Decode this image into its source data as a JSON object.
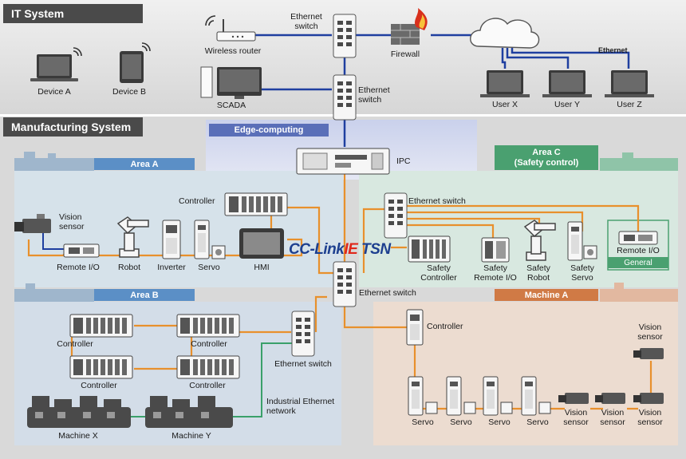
{
  "sections": {
    "it_system": "IT System",
    "manufacturing_system": "Manufacturing System",
    "edge_computing": "Edge-computing"
  },
  "areas": {
    "area_a": "Area A",
    "area_b": "Area B",
    "area_c_line1": "Area C",
    "area_c_line2": "(Safety control)",
    "machine_a": "Machine A",
    "general": "General"
  },
  "logo": {
    "part1": "CC-Link",
    "part2": "IE",
    "part3": " TSN"
  },
  "labels": {
    "device_a": "Device A",
    "device_b": "Device B",
    "wireless_router": "Wireless router",
    "scada": "SCADA",
    "eth_switch_top_1": "Ethernet",
    "eth_switch_top_2": "switch",
    "eth_switch_mid_1": "Ethernet",
    "eth_switch_mid_2": "switch",
    "firewall": "Firewall",
    "ethernet": "Ethernet",
    "user_x": "User X",
    "user_y": "User Y",
    "user_z": "User Z",
    "ipc": "IPC",
    "vision_sensor_a_1": "Vision",
    "vision_sensor_a_2": "sensor",
    "remote_io": "Remote I/O",
    "robot": "Robot",
    "inverter": "Inverter",
    "servo": "Servo",
    "hmi": "HMI",
    "controller": "Controller",
    "eth_switch_c": "Ethernet switch",
    "safety_controller_1": "Safety",
    "safety_controller_2": "Controller",
    "safety_remote_io_1": "Safety",
    "safety_remote_io_2": "Remote I/O",
    "safety_robot_1": "Safety",
    "safety_robot_2": "Robot",
    "safety_servo_1": "Safety",
    "safety_servo_2": "Servo",
    "remote_io_general": "Remote I/O",
    "eth_switch_center": "Ethernet switch",
    "eth_switch_b": "Ethernet switch",
    "b_controller_1": "Controller",
    "b_controller_2": "Controller",
    "b_controller_3": "Controller",
    "b_controller_4": "Controller",
    "industrial_ethernet_1": "Industrial Ethernet",
    "industrial_ethernet_2": "network",
    "machine_x": "Machine X",
    "machine_y": "Machine Y",
    "machine_a_controller": "Controller",
    "ma_servo_1": "Servo",
    "ma_servo_2": "Servo",
    "ma_servo_3": "Servo",
    "ma_servo_4": "Servo",
    "ma_vision_1a": "Vision",
    "ma_vision_1b": "sensor",
    "ma_vision_2a": "Vision",
    "ma_vision_2b": "sensor",
    "ma_vision_3a": "Vision",
    "ma_vision_3b": "sensor",
    "ma_vision_top_a": "Vision",
    "ma_vision_top_b": "sensor"
  },
  "colors": {
    "it_network": "#1f3fa0",
    "tsn_network": "#e8902c",
    "ethernet_network": "#3aa06a",
    "area_header": "#5b8fc6",
    "area_c_header": "#4aa070",
    "machine_a_header": "#d07a45"
  }
}
